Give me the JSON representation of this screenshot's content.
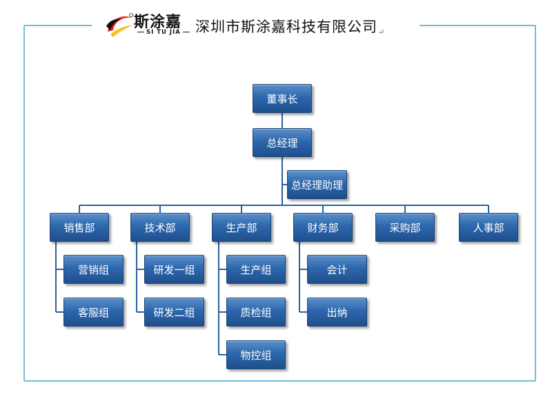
{
  "header": {
    "logo_brand": "斯涂嘉",
    "logo_sub": "SI TU JIA",
    "company_name": "深圳市斯涂嘉科技有限公司",
    "trailing_mark": "↵"
  },
  "colors": {
    "frame": "#4aa3c7",
    "line": "#2a5f9e",
    "node_top": "#5a8fc9",
    "node_bottom": "#1f4f8e"
  },
  "org": {
    "chairman": "董事长",
    "gm": "总经理",
    "gm_assistant": "总经理助理",
    "departments": [
      {
        "name": "销售部",
        "teams": [
          "营销组",
          "客服组"
        ]
      },
      {
        "name": "技术部",
        "teams": [
          "研发一组",
          "研发二组"
        ]
      },
      {
        "name": "生产部",
        "teams": [
          "生产组",
          "质检组",
          "物控组"
        ]
      },
      {
        "name": "财务部",
        "teams": [
          "会计",
          "出纳"
        ]
      },
      {
        "name": "采购部",
        "teams": []
      },
      {
        "name": "人事部",
        "teams": []
      }
    ]
  }
}
